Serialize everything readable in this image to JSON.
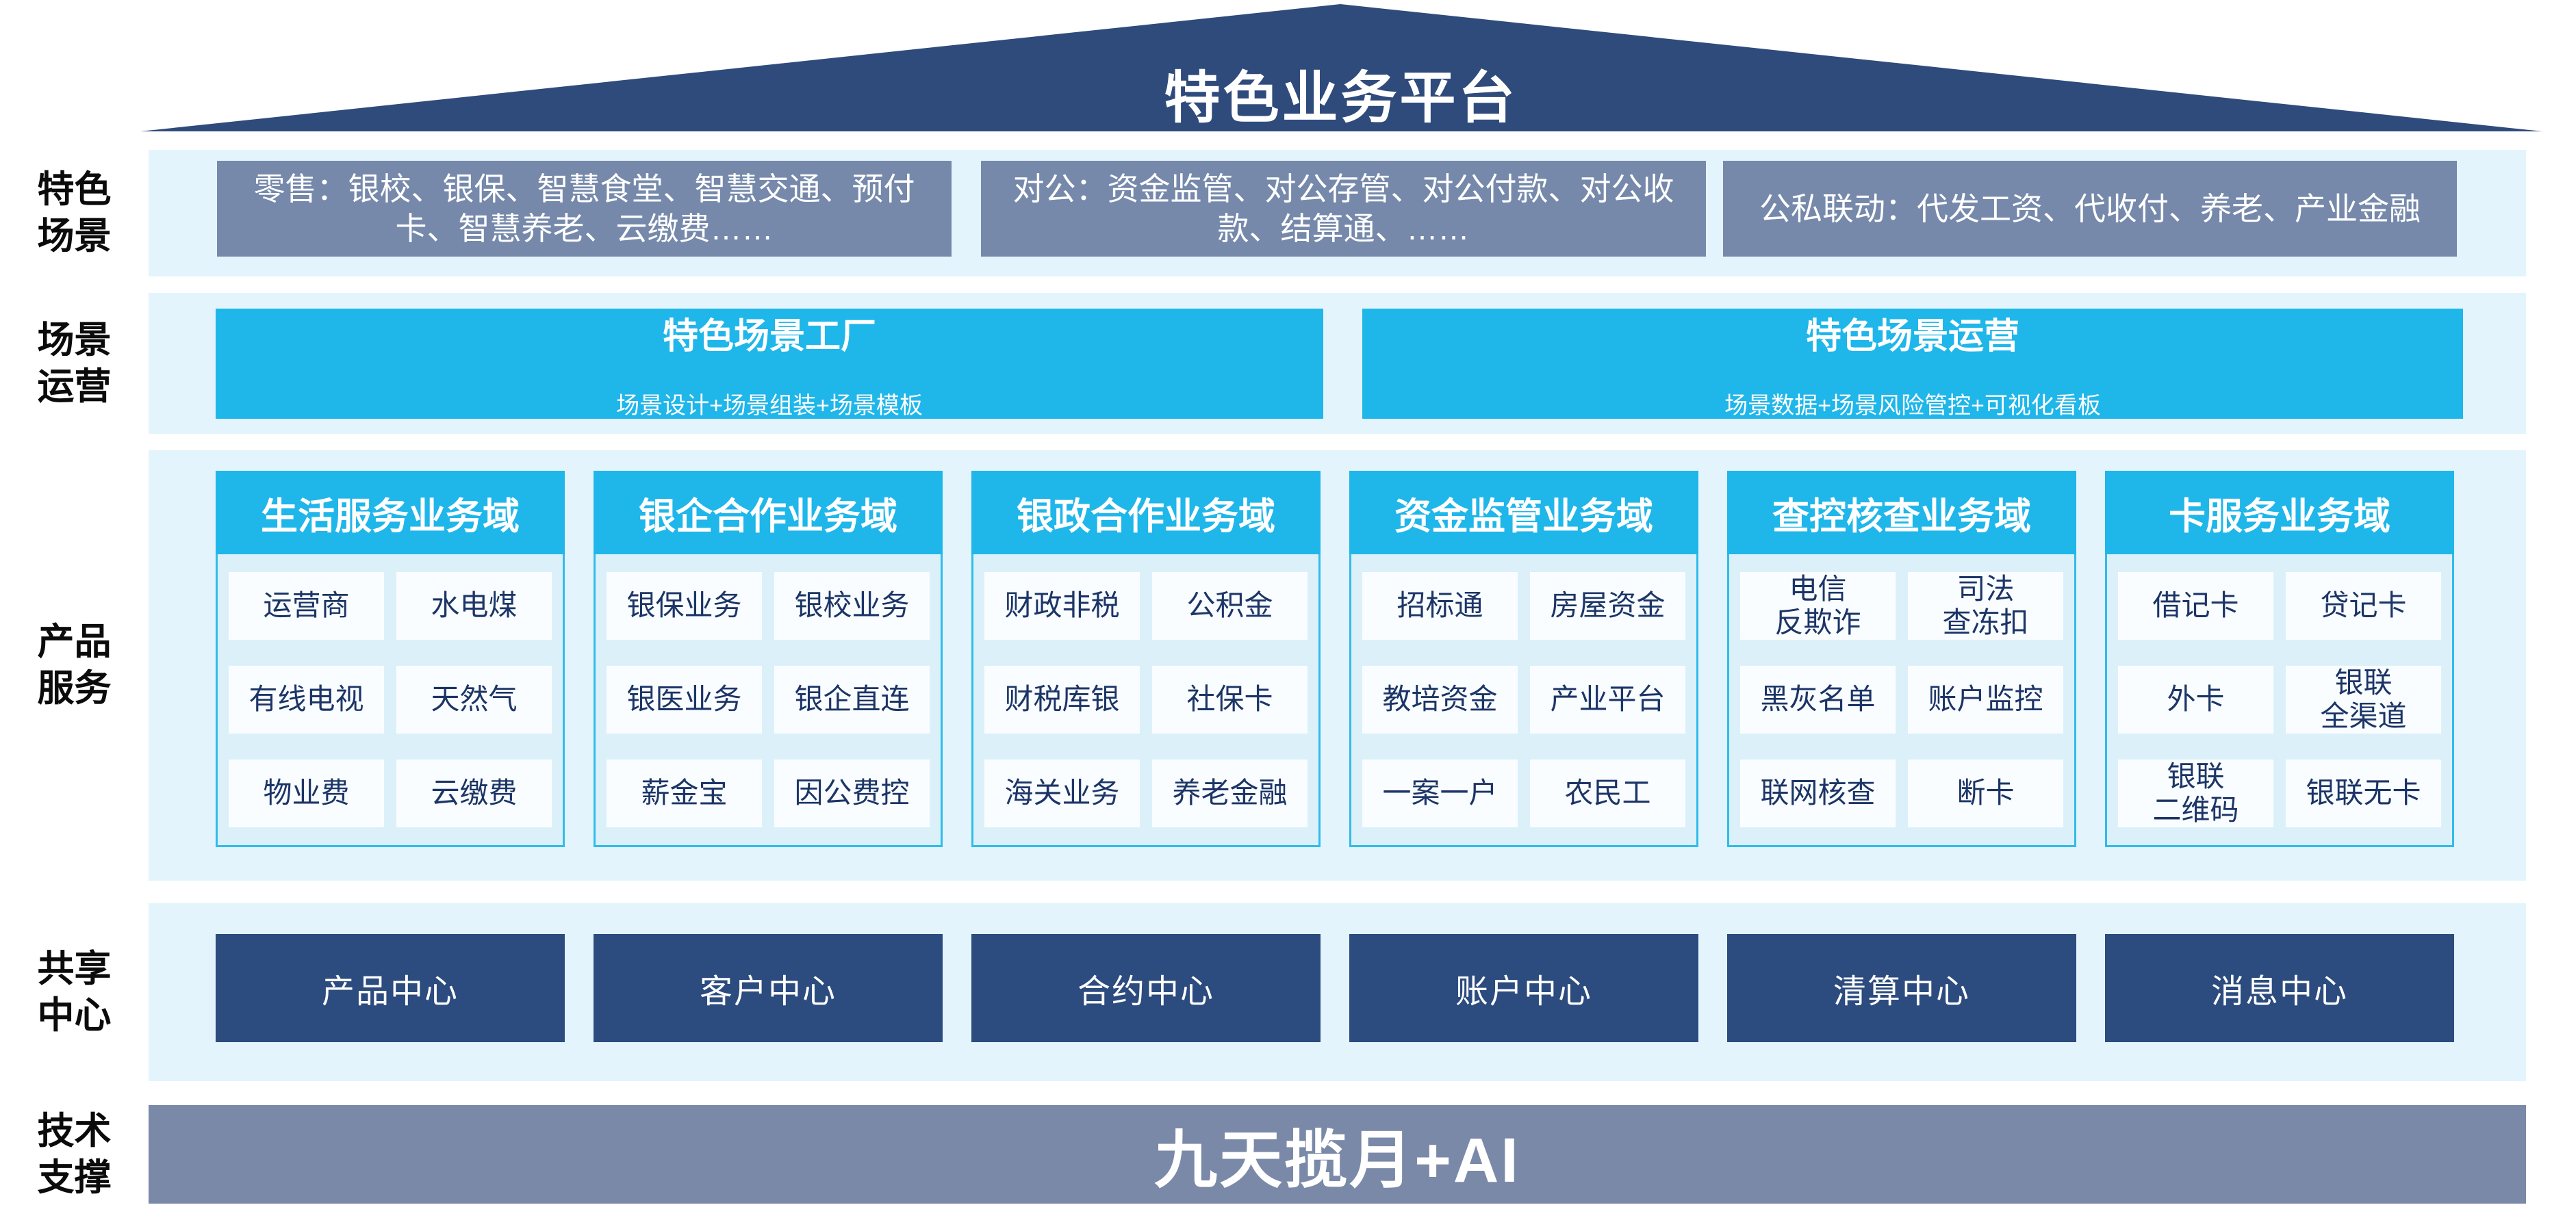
{
  "title": "特色业务平台",
  "colors": {
    "roof": "#2F4B7C",
    "band_bg": "#E3F4FC",
    "gray_blue_box": "#7689AB",
    "cyan": "#1FB6EA",
    "domain_body_bg": "#DCF0FA",
    "navy_center_box": "#2C4B7E",
    "tech_bar": "#7B89A8",
    "cell_text": "#1C3567"
  },
  "rows": {
    "scenes": {
      "label": "特色\n场景",
      "boxes": [
        "零售：银校、银保、智慧食堂、智慧交通、预付卡、智慧养老、云缴费……",
        "对公：资金监管、对公存管、对公付款、对公收款、结算通、……",
        "公私联动：代发工资、代收付、养老、产业金融"
      ]
    },
    "operation": {
      "label": "场景\n运营",
      "boxes": [
        {
          "title": "特色场景工厂",
          "subtitle": "场景设计+场景组装+场景模板"
        },
        {
          "title": "特色场景运营",
          "subtitle": "场景数据+场景风险管控+可视化看板"
        }
      ]
    },
    "products": {
      "label": "产品\n服务",
      "domains": [
        {
          "title": "生活服务业务域",
          "items": [
            "运营商",
            "水电煤",
            "有线电视",
            "天然气",
            "物业费",
            "云缴费"
          ]
        },
        {
          "title": "银企合作业务域",
          "items": [
            "银保业务",
            "银校业务",
            "银医业务",
            "银企直连",
            "薪金宝",
            "因公费控"
          ]
        },
        {
          "title": "银政合作业务域",
          "items": [
            "财政非税",
            "公积金",
            "财税库银",
            "社保卡",
            "海关业务",
            "养老金融"
          ]
        },
        {
          "title": "资金监管业务域",
          "items": [
            "招标通",
            "房屋资金",
            "教培资金",
            "产业平台",
            "一案一户",
            "农民工"
          ]
        },
        {
          "title": "查控核查业务域",
          "items": [
            "电信\n反欺诈",
            "司法\n查冻扣",
            "黑灰名单",
            "账户监控",
            "联网核查",
            "断卡"
          ]
        },
        {
          "title": "卡服务业务域",
          "items": [
            "借记卡",
            "贷记卡",
            "外卡",
            "银联\n全渠道",
            "银联\n二维码",
            "银联无卡"
          ]
        }
      ]
    },
    "centers": {
      "label": "共享\n中心",
      "boxes": [
        "产品中心",
        "客户中心",
        "合约中心",
        "账户中心",
        "清算中心",
        "消息中心"
      ]
    },
    "tech": {
      "label": "技术\n支撑",
      "bar": "九天揽月+AI"
    }
  }
}
